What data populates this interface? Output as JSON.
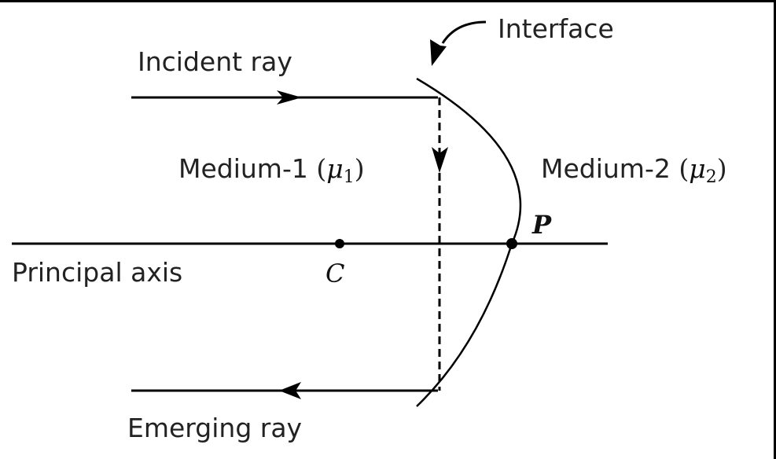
{
  "diagram": {
    "title": "Refraction at a spherical interface (ray incident parallel to principal axis)",
    "labels": {
      "interface": "Interface",
      "incident_ray": "Incident ray",
      "emerging_ray": "Emerging ray",
      "medium1_name": "Medium-1",
      "medium1_symbol": "μ",
      "medium1_subscript": "1",
      "medium2_name": "Medium-2",
      "medium2_symbol": "μ",
      "medium2_subscript": "2",
      "principal_axis": "Principal axis",
      "pole": "P",
      "center": "C"
    },
    "elements": [
      {
        "id": "principal-axis",
        "type": "line",
        "style": "solid"
      },
      {
        "id": "interface",
        "type": "arc",
        "style": "solid"
      },
      {
        "id": "incident-ray",
        "type": "arrow",
        "direction": "right",
        "style": "solid"
      },
      {
        "id": "normal-path",
        "type": "arrow",
        "direction": "down",
        "style": "dashed"
      },
      {
        "id": "emerging-ray",
        "type": "arrow",
        "direction": "left",
        "style": "solid"
      },
      {
        "id": "interface-pointer",
        "type": "curved-arrow",
        "points_to": "interface"
      },
      {
        "id": "pole-point",
        "type": "point",
        "label": "P"
      },
      {
        "id": "center-point",
        "type": "point",
        "label": "C"
      }
    ],
    "colors": {
      "line": "#000000",
      "text": "#222222",
      "background": "#ffffff"
    }
  }
}
